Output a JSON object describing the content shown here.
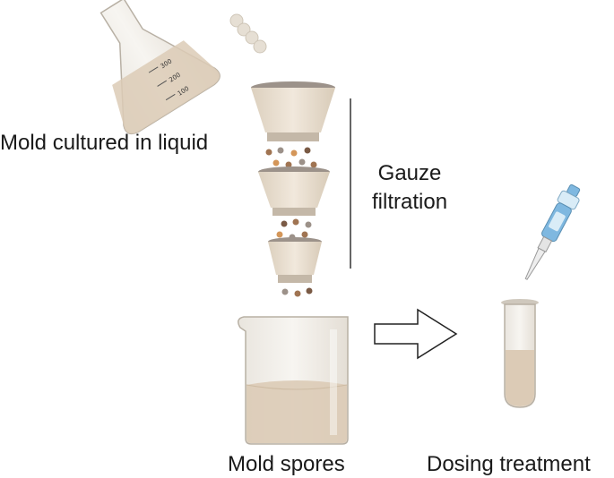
{
  "labels": {
    "culture": "Mold cultured in liquid",
    "gauze_line1": "Gauze",
    "gauze_line2": "filtration",
    "spores": "Mold spores",
    "dosing": "Dosing treatment"
  },
  "flask_marks": [
    "100",
    "200",
    "300"
  ],
  "colors": {
    "liquid": "#dccbb6",
    "glass": "#efeae2",
    "funnel_top": "#9c928a",
    "funnel_body": "#eadfce",
    "particle_brown": "#a07452",
    "particle_orange": "#d49659",
    "particle_dark": "#7a5a45",
    "particle_grey": "#9c9189",
    "pipette_blue": "#7fb8e0",
    "outline": "#6b6b6b"
  }
}
